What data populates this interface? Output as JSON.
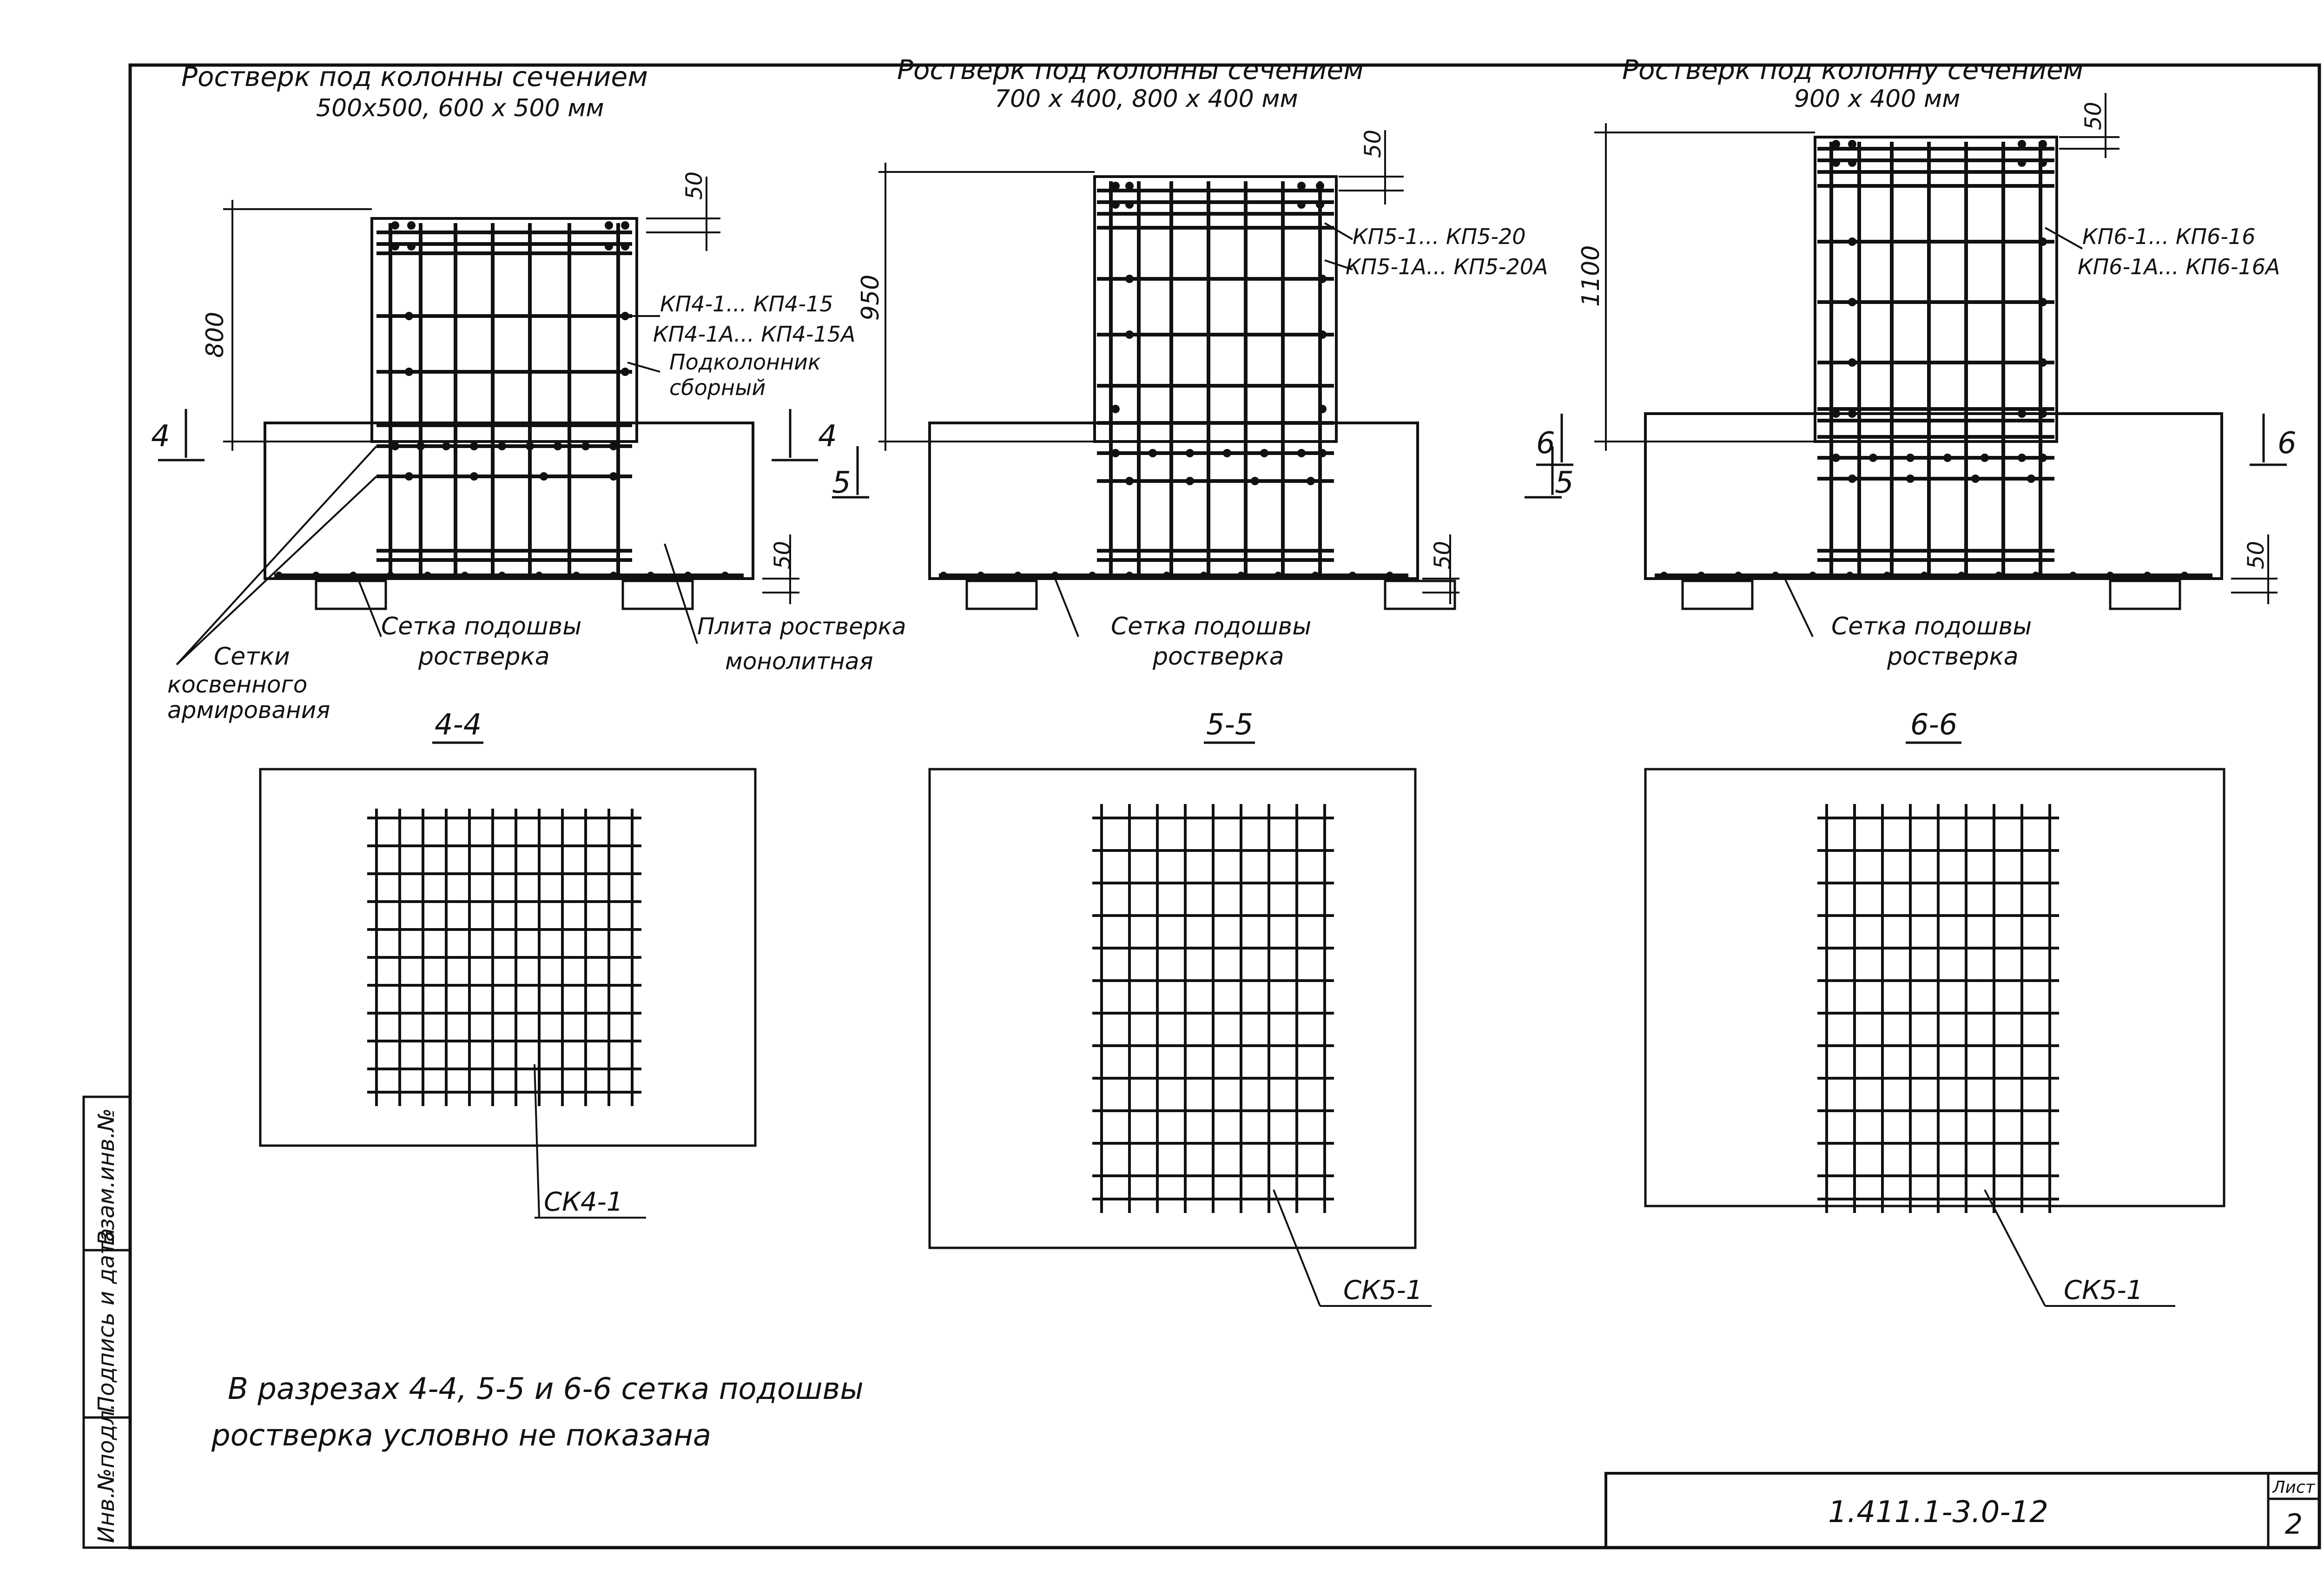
{
  "panels": [
    {
      "title1": "Ростверк под колонны сечением",
      "title2": "500х500, 600 х 500 мм",
      "dim_top": "50",
      "dim_height": "800",
      "dim_bottom": "50",
      "callout1": "КП4-1... КП4-15",
      "callout2": "КП4-1А... КП4-15А",
      "callout3": "Подколонник",
      "callout4": "сборный",
      "cut_l": "4",
      "cut_r": "4",
      "plate1": "Плита ростверка",
      "plate2": "монолитная",
      "indirect1": "Сетки",
      "indirect2": "косвенного",
      "indirect3": "армирования",
      "sole1": "Сетка подошвы",
      "sole2": "ростверка",
      "section": "4-4",
      "mesh": "СК4-1"
    },
    {
      "title1": "Ростверк под колонны сечением",
      "title2": "700 х 400, 800 х 400 мм",
      "dim_top": "50",
      "dim_height": "950",
      "dim_bottom": "50",
      "callout1": "КП5-1... КП5-20",
      "callout2": "КП5-1А... КП5-20А",
      "cut_l": "5",
      "cut_r": "5",
      "sole1": "Сетка подошвы",
      "sole2": "ростверка",
      "section": "5-5",
      "mesh": "СК5-1"
    },
    {
      "title1": "Ростверк под колонну сечением",
      "title2": "900 х 400 мм",
      "dim_top": "50",
      "dim_height": "1100",
      "dim_bottom": "50",
      "callout1": "КП6-1... КП6-16",
      "callout2": "КП6-1А... КП6-16А",
      "cut_l": "6",
      "cut_r": "6",
      "sole1": "Сетка подошвы",
      "sole2": "ростверка",
      "section": "6-6",
      "mesh": "СК5-1"
    }
  ],
  "note1": "В разрезах 4-4, 5-5 и 6-6 сетка подошвы",
  "note2": "ростверка условно не показана",
  "stamp_left": [
    "Инв.№подл.",
    "Подпись и дата",
    "Взам.инв.№"
  ],
  "doc_code": "1.411.1-3.0-12",
  "sheet_label": "Лист",
  "sheet_no": "2",
  "colors": {
    "ink": "#111111",
    "paper": "#ffffff"
  }
}
